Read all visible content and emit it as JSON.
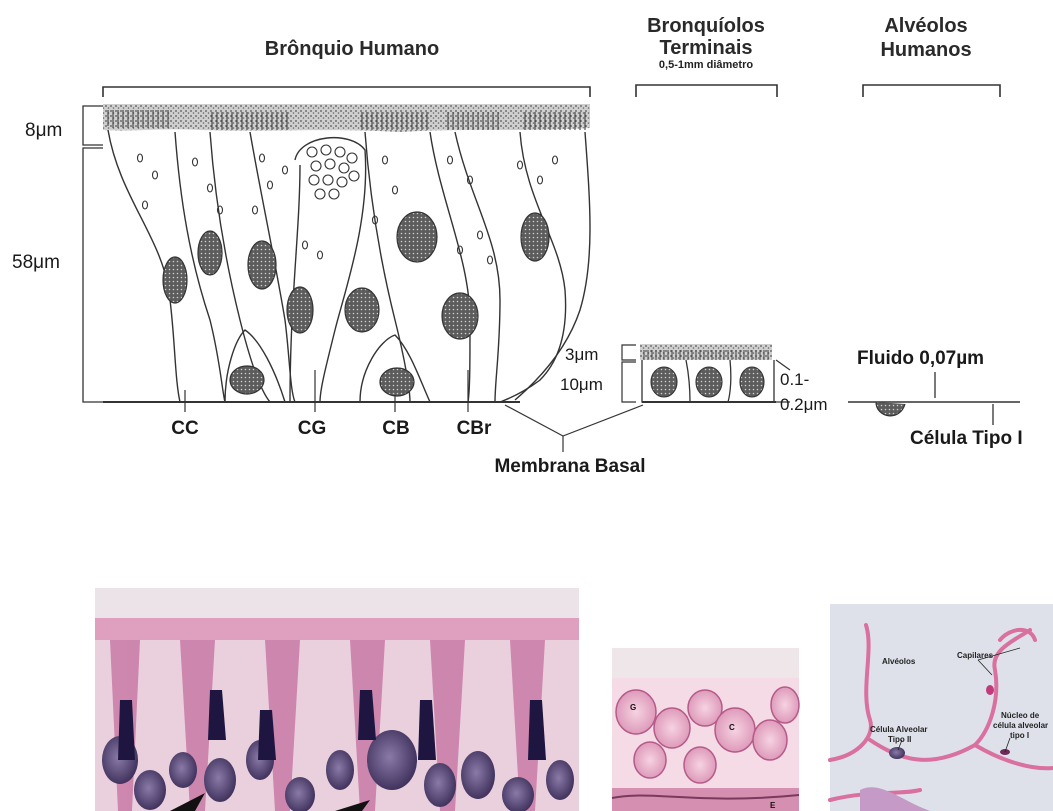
{
  "headers": {
    "bronchus": "Brônquio Humano",
    "bronchiole_line1": "Bronquíolos",
    "bronchiole_line2": "Terminais",
    "bronchiole_sub": "0,5-1mm diâmetro",
    "alveoli_line1": "Alvéolos",
    "alveoli_line2": "Humanos"
  },
  "measurements": {
    "cilia_height": "8μm",
    "epithelium_height": "58μm",
    "bronchiole_cilia": "3μm",
    "bronchiole_height": "10μm",
    "alveolar_thickness_line1": "0.1-",
    "alveolar_thickness_line2": "0.2μm",
    "fluid": "Fluido 0,07µm"
  },
  "cell_labels": {
    "cc": "CC",
    "cg": "CG",
    "cb": "CB",
    "cbr": "CBr",
    "basal_membrane": "Membrana Basal",
    "type1_cell": "Célula Tipo I"
  },
  "micrograph_labels": {
    "bronchiole_g": "G",
    "bronchiole_c": "C",
    "bronchiole_e": "E",
    "alveolos": "Alvéolos",
    "capilares": "Capilares",
    "type2_line1": "Célula Alveolar",
    "type2_line2": "Tipo II",
    "type1_line1": "Núcleo de",
    "type1_line2": "célula alveolar",
    "type1_line3": "tipo I"
  },
  "colors": {
    "ink": "#3a3a3a",
    "nucleus": "#5a5a5a",
    "histology_pink": "#e9a9c4",
    "histology_purple": "#4a3a6a"
  }
}
